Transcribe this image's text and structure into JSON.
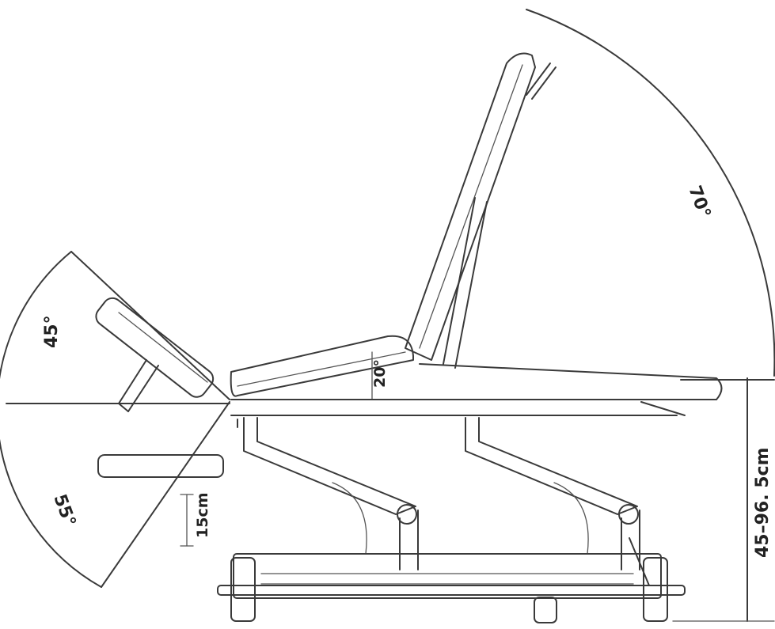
{
  "labels": {
    "headrest_up_angle": "45°",
    "headrest_down_angle": "55°",
    "backrest_angle": "70°",
    "seat_angle": "20°",
    "head_drop": "15cm",
    "height_range": "45–96. 5cm"
  },
  "colors": {
    "line": "#3a3a3a",
    "background": "#ffffff"
  }
}
